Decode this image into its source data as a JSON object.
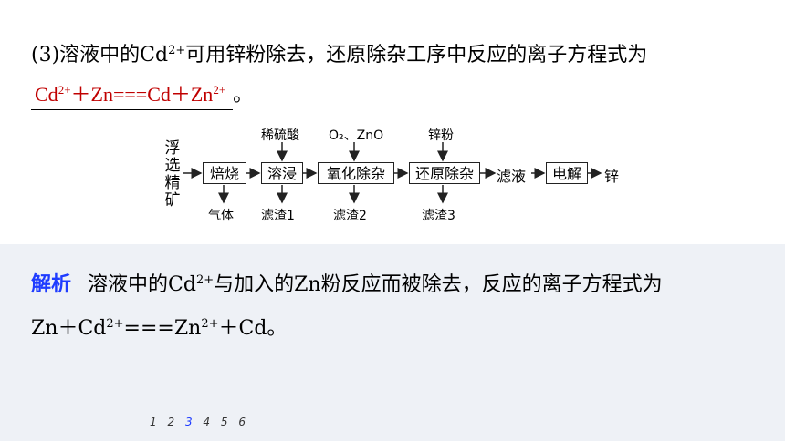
{
  "question": {
    "line1_prefix": "(3)溶液中的Cd",
    "line1_sup": "2+",
    "line1_suffix": "可用锌粉除去，还原除杂工序中反应的离子方程式为",
    "answer_a": "Cd",
    "answer_a_sup": "2+",
    "answer_b": "＋Zn===Cd＋Zn",
    "answer_b_sup": "2+",
    "end_mark": "。"
  },
  "diagram": {
    "input_vertical": [
      "浮",
      "选",
      "精",
      "矿"
    ],
    "steps": [
      "焙烧",
      "溶浸",
      "氧化除杂",
      "还原除杂"
    ],
    "filtrate": "滤液",
    "electrolysis": "电解",
    "product": "锌",
    "reagents": [
      "稀硫酸",
      "O₂、ZnO",
      "锌粉"
    ],
    "outputs": [
      "气体",
      "滤渣1",
      "滤渣2",
      "滤渣3"
    ]
  },
  "explanation": {
    "label": "解析",
    "text1": "溶液中的Cd",
    "text1_sup": "2+",
    "text2": "与加入的Zn粉反应而被除去，反应的离子方程式为",
    "eq_a": "Zn＋Cd",
    "eq_a_sup": "2+",
    "eq_b": "===Zn",
    "eq_b_sup": "2+",
    "eq_c": "＋Cd。"
  },
  "pager": {
    "pages": [
      "1",
      "2",
      "3",
      "4",
      "5",
      "6"
    ],
    "active": "3"
  },
  "colors": {
    "answer": "#c00000",
    "label": "#1f3cff",
    "band": "#eef1f6"
  }
}
